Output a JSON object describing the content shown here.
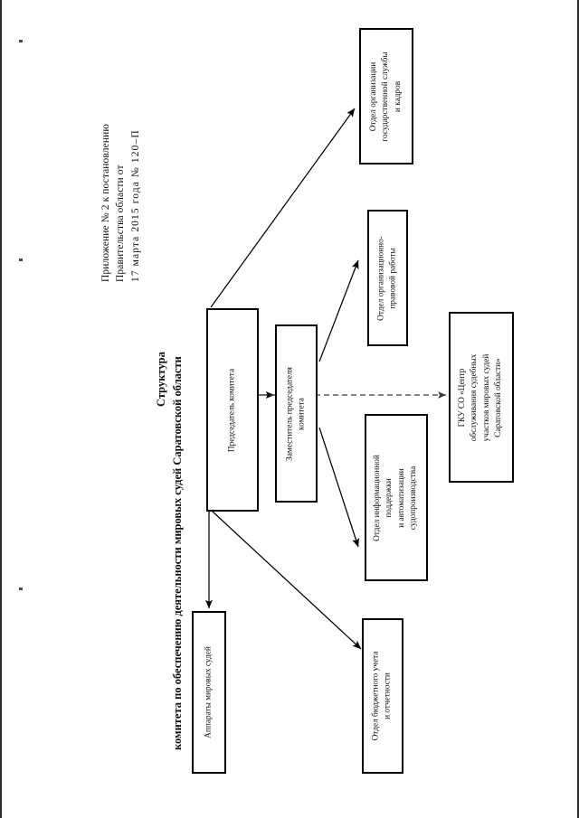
{
  "document": {
    "header_lines": [
      "Приложение № 2 к постановлению",
      "Правительства области от",
      "17 марта  2015  года  №  120–П"
    ],
    "title": "Структура",
    "subtitle": "комитета по обеспечению деятельности мировых судей Саратовской области"
  },
  "chart_data": {
    "type": "diagram",
    "title": "Структура комитета по обеспечению деятельности мировых судей Саратовской области",
    "orientation": "rotated-90-landscape",
    "nodes": [
      {
        "id": "chairman",
        "label": "Председатель комитета",
        "lines": [
          "Председатель комитета"
        ]
      },
      {
        "id": "deputy",
        "label": "Заместитель председателя комитета",
        "lines": [
          "Заместитель председателя",
          "комитета"
        ]
      },
      {
        "id": "dept-civil-service",
        "label": "Отдел организации государственной службы и кадров",
        "lines": [
          "Отдел организации",
          "государственной службы",
          "и кадров"
        ]
      },
      {
        "id": "dept-org-legal",
        "label": "Отдел организационно-правовой работы",
        "lines": [
          "Отдел организационно-",
          "правовой работы"
        ]
      },
      {
        "id": "dept-it-support",
        "label": "Отдел информационной поддержки и автоматизации судопроизводства",
        "lines": [
          "Отдел информационной",
          "поддержки",
          "и автоматизации",
          "судопроизводства"
        ]
      },
      {
        "id": "gku-center",
        "label": "ГКУ СО «Центр обслуживания судебных участков мировых судей Саратовской области»",
        "lines": [
          "ГКУ СО «Центр",
          "обслуживания судебных",
          "участков мировых судей",
          "Саратовской области»"
        ]
      },
      {
        "id": "judge-staff",
        "label": "Аппараты мировых судей",
        "lines": [
          "Аппараты мировых судей"
        ]
      },
      {
        "id": "dept-budget",
        "label": "Отдел бюджетного учета и отчетности",
        "lines": [
          "Отдел бюджетного учета",
          "и отчетности"
        ]
      }
    ],
    "edges": [
      {
        "from": "chairman",
        "to": "dept-civil-service",
        "style": "solid",
        "arrow": true
      },
      {
        "from": "chairman",
        "to": "deputy",
        "style": "solid",
        "arrow": true
      },
      {
        "from": "chairman",
        "to": "judge-staff",
        "style": "solid",
        "arrow": true
      },
      {
        "from": "chairman",
        "to": "dept-budget",
        "style": "solid",
        "arrow": true
      },
      {
        "from": "deputy",
        "to": "dept-org-legal",
        "style": "solid",
        "arrow": true
      },
      {
        "from": "deputy",
        "to": "dept-it-support",
        "style": "solid",
        "arrow": true
      },
      {
        "from": "deputy",
        "to": "gku-center",
        "style": "dashed",
        "arrow": true
      }
    ],
    "line_color": "#000000",
    "background": "#ffffff"
  }
}
